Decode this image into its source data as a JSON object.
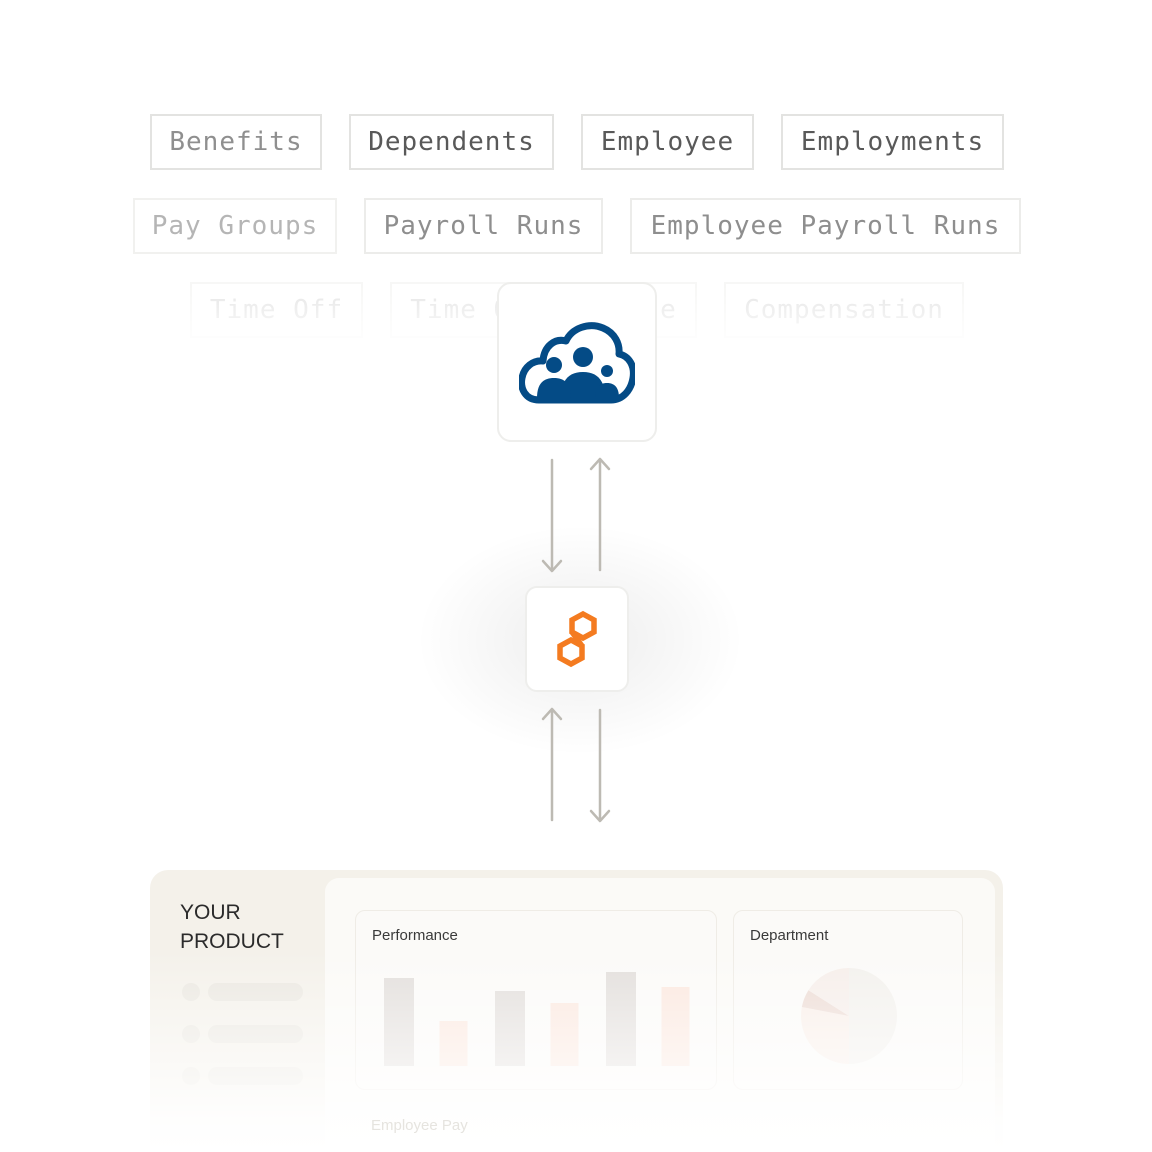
{
  "objects": {
    "row1": [
      "Benefits",
      "Dependents",
      "Employee",
      "Employments"
    ],
    "row2": [
      "Pay Groups",
      "Payroll Runs",
      "Employee Payroll Runs"
    ],
    "row3": [
      "Time Off",
      "Time Off Balance",
      "Compensation"
    ]
  },
  "icons": {
    "hris": "cloud-people-icon",
    "hris_color": "#044b86",
    "connector": "hexagon-link-icon",
    "connector_color": "#f47b20"
  },
  "product": {
    "title_line1": "YOUR",
    "title_line2": "PRODUCT",
    "performance_title": "Performance",
    "department_title": "Department",
    "employee_pay_title": "Employee Pay"
  },
  "chart_data": [
    {
      "type": "bar",
      "title": "Performance",
      "categories": [
        "",
        "",
        "",
        "",
        "",
        ""
      ],
      "values": [
        84,
        41,
        71,
        59,
        90,
        75
      ],
      "colors": [
        "#e3dfdc",
        "#fbe8df",
        "#e3dfdc",
        "#fbe8df",
        "#e3dfdc",
        "#fbe8df"
      ]
    },
    {
      "type": "pie",
      "title": "Department",
      "values": [
        0.5,
        0.28,
        0.06,
        0.16
      ],
      "colors": [
        "#f3f1ed",
        "#f9efe9",
        "#eddcd5",
        "#f6eeea"
      ]
    }
  ]
}
